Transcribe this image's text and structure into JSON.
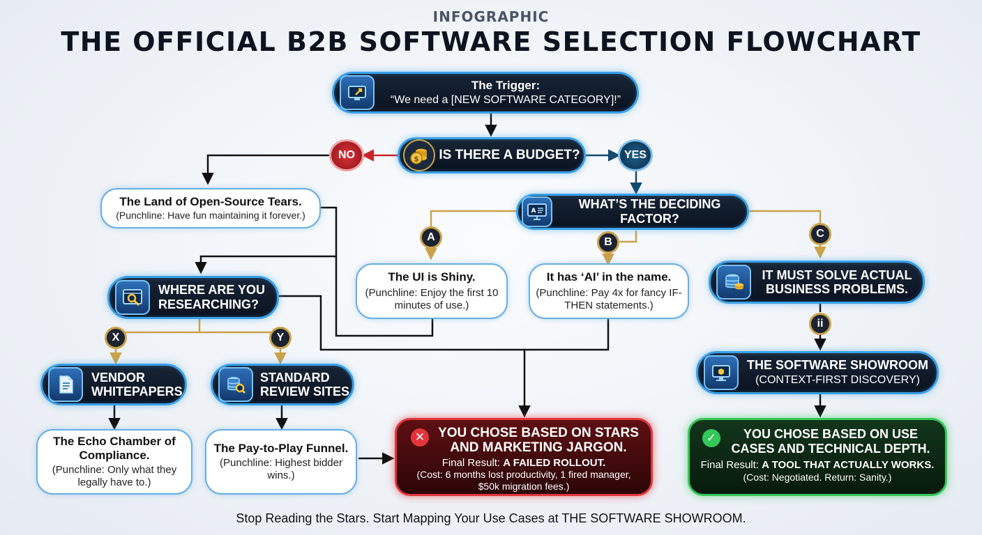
{
  "header": {
    "eyebrow": "INFOGRAPHIC",
    "title": "THE OFFICIAL B2B SOFTWARE SELECTION FLOWCHART"
  },
  "trigger": {
    "title": "The Trigger:",
    "text": "“We need a [NEW SOFTWARE CATEGORY]!”",
    "icon": "monitor-cursor-icon"
  },
  "budget": {
    "question": "IS THERE A BUDGET?",
    "icon": "coins-icon",
    "no_label": "NO",
    "yes_label": "YES"
  },
  "open_source": {
    "title": "The Land of Open-Source Tears.",
    "punchline": "(Punchline: Have fun maintaining it forever.)"
  },
  "deciding": {
    "question": "WHAT’S THE DECIDING FACTOR?",
    "icon": "presentation-screen-icon"
  },
  "option_a": {
    "badge": "A",
    "title": "The UI is Shiny.",
    "punchline": "(Punchline: Enjoy the first 10 minutes of use.)"
  },
  "option_b": {
    "badge": "B",
    "title": "It has ‘AI’ in the name.",
    "punchline": "(Punchline: Pay 4x for fancy IF-THEN statements.)"
  },
  "option_c": {
    "badge": "C",
    "title": "IT MUST SOLVE ACTUAL BUSINESS PROBLEMS.",
    "icon": "database-coins-icon"
  },
  "step_ii": {
    "badge": "ii"
  },
  "showroom": {
    "title": "THE SOFTWARE SHOWROOM",
    "subtitle": "(CONTEXT-FIRST DISCOVERY)",
    "icon": "monitor-icon"
  },
  "research": {
    "question": "WHERE ARE YOU RESEARCHING?",
    "icon": "browser-search-icon"
  },
  "option_x": {
    "badge": "X",
    "title": "VENDOR WHITEPAPERS",
    "icon": "document-icon"
  },
  "option_y": {
    "badge": "Y",
    "title": "STANDARD REVIEW SITES",
    "icon": "database-search-icon"
  },
  "echo": {
    "title": "The Echo Chamber of Compliance.",
    "punchline": "(Punchline: Only what they legally have to.)"
  },
  "pay": {
    "title": "The Pay-to-Play Funnel.",
    "punchline": "(Punchline: Highest bidder wins.)"
  },
  "fail": {
    "title": "YOU CHOSE BASED ON STARS AND MARKETING JARGON.",
    "result_label": "Final Result:",
    "result": "A FAILED ROLLOUT.",
    "cost": "(Cost: 6 months lost productivity, 1 fired manager, $50k migration fees.)",
    "icon": "x-circle-icon"
  },
  "success": {
    "title": "YOU CHOSE BASED ON USE CASES AND TECHNICAL DEPTH.",
    "result_label": "Final Result:",
    "result": "A TOOL THAT ACTUALLY WORKS.",
    "cost": "(Cost: Negotiated. Return: Sanity.)",
    "icon": "check-circle-icon"
  },
  "footer": "Stop Reading the Stars. Start Mapping Your Use Cases at THE SOFTWARE SHOWROOM.",
  "colors": {
    "accent_blue": "#3aa0e8",
    "gold": "#c9a24b",
    "fail_red": "#e2353b",
    "success_green": "#34c759",
    "no_red": "#c9262c",
    "yes_blue": "#134a6e"
  }
}
